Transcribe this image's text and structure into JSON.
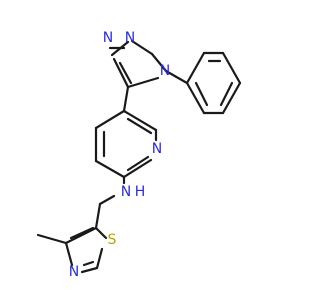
{
  "molecule": {
    "atom_labels": {
      "triazole_n1": "N",
      "triazole_n2": "N",
      "triazole_n4": "N",
      "pyridine_n": "N",
      "amine_n": "N",
      "amine_h": "H",
      "thiazole_s": "S",
      "thiazole_n": "N"
    },
    "colors": {
      "carbon_bond": "#1a1a1a",
      "nitrogen": "#2a2ae6",
      "sulfur": "#b7a400",
      "background": "#ffffff"
    }
  }
}
